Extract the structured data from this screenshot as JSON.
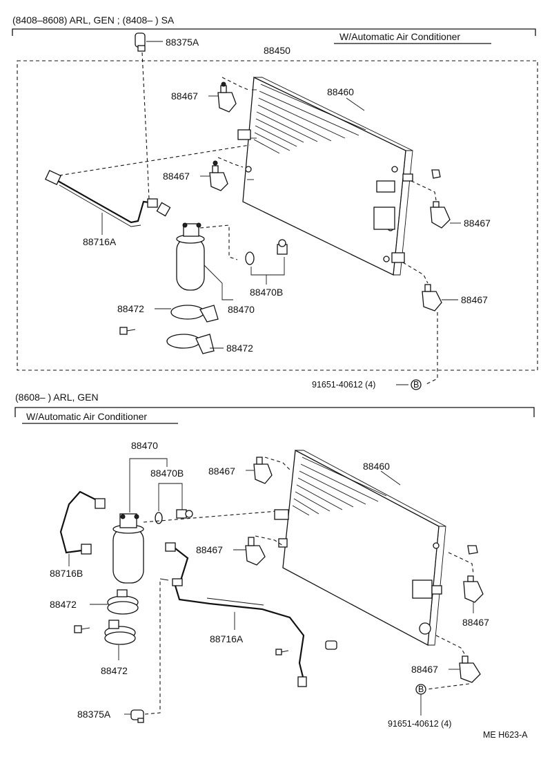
{
  "sections": {
    "upper": {
      "header": "(8408–8608) ARL, GEN ; (8408–        ) SA",
      "condition": "W/Automatic Air Conditioner"
    },
    "lower": {
      "header": "(8608–        ) ARL, GEN",
      "condition": "W/Automatic Air Conditioner"
    }
  },
  "upper_labels": {
    "p88375a": "88375A",
    "p88450": "88450",
    "p88460": "88460",
    "p88467_a": "88467",
    "p88467_b": "88467",
    "p88467_c": "88467",
    "p88467_d": "88467",
    "p88716a": "88716A",
    "p88470b": "88470B",
    "p88470": "88470",
    "p88472_a": "88472",
    "p88472_b": "88472",
    "bolt_ref": "91651-40612 (4)",
    "bolt_circle": "B"
  },
  "lower_labels": {
    "p88470": "88470",
    "p88470b": "88470B",
    "p88460": "88460",
    "p88467_a": "88467",
    "p88467_b": "88467",
    "p88467_c": "88467",
    "p88467_d": "88467",
    "p88716b": "88716B",
    "p88472_a": "88472",
    "p88472_b": "88472",
    "p88716a": "88716A",
    "p88375a": "88375A",
    "bolt_ref": "91651-40612 (4)",
    "bolt_circle": "B"
  },
  "figure_code": "ME H623-A"
}
